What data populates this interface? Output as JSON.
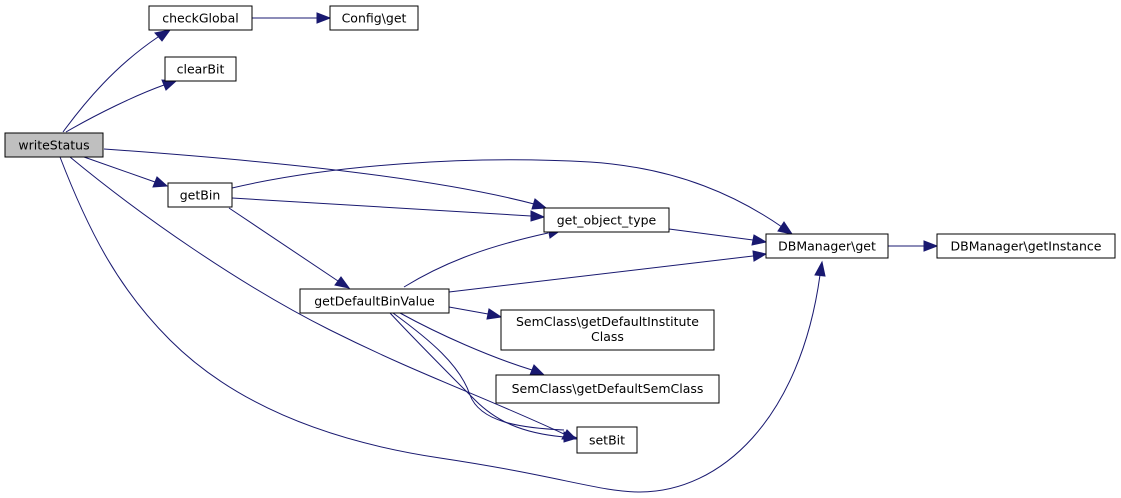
{
  "colors": {
    "edge": "#191970",
    "node_fill": "#ffffff",
    "root_fill": "#bfbfbf",
    "node_stroke": "#000000"
  },
  "nodes": {
    "writeStatus": "writeStatus",
    "checkGlobal": "checkGlobal",
    "clearBit": "clearBit",
    "getBin": "getBin",
    "getDefaultBinValue": "getDefaultBinValue",
    "config_get": "Config\\get",
    "get_object_type": "get_object_type",
    "dbmanager_get": "DBManager\\get",
    "dbmanager_getInstance": "DBManager\\getInstance",
    "semclass_getDefaultInstituteClass_line1": "SemClass\\getDefaultInstitute",
    "semclass_getDefaultInstituteClass_line2": "Class",
    "semclass_getDefaultSemClass": "SemClass\\getDefaultSemClass",
    "setBit": "setBit"
  }
}
